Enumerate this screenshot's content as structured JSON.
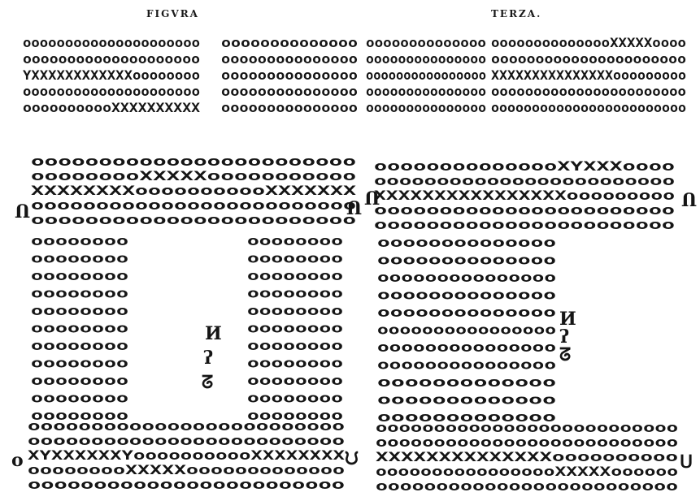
{
  "captions": {
    "left": "FIGVRA",
    "right": "TERZA."
  },
  "top_blocks": [
    {
      "id": "top-a",
      "rows": [
        "ooooooooooooooooooooo",
        "oooooooooooooooooooo",
        "YXXXXXXXXXXXXoooooooo",
        "ooooooooooooooooooooo",
        "ooooooooooXXXXXXXXXX"
      ]
    },
    {
      "id": "top-b",
      "rows": [
        "oooooooooooooo",
        "ooooooooooooooo",
        "ooooooooooooooo",
        "ooooooooooooooo",
        "ooooooooooooooo"
      ]
    },
    {
      "id": "top-c",
      "rows": [
        "oooooooooooooo",
        "ooooooooooooooo",
        "oooooooooooooooo",
        "ooooooooooooooo",
        "ooooooooooooooo"
      ]
    },
    {
      "id": "top-d",
      "rows": [
        "ooooooooooooooXXXXXoooo",
        "oooooooooooooooooooooo",
        "XXXXXXXXXXXXXXXooooooooo",
        "ooooooooooooooooooooooo",
        "oooooooooooooooooooooooo"
      ]
    }
  ],
  "left_figure": {
    "top_rows": [
      "oooooooooooooooooooooooo",
      "ooooooooXXXXXooooooooooo",
      "XXXXXXXXooooooooooXXXXXXX",
      "ooooooooooooooooooooooooo",
      "oooooooooooooooooooooooo"
    ],
    "left_col_rows": [
      "oooooooo",
      "oooooooo",
      "oooooooo",
      "oooooooo",
      "oooooooo",
      "oooooooo",
      "oooooooo",
      "oooooooo",
      "oooooooo",
      "oooooooo",
      "oooooooo"
    ],
    "right_col_rows": [
      "oooooooo",
      "oooooooo",
      "oooooooo",
      "oooooooo",
      "oooooooo",
      "oooooooo",
      "oooooooo",
      "oooooooo",
      "oooooooo",
      "oooooooo",
      "oooooooo"
    ],
    "bottom_rows": [
      "ooooooooooooooooooooooooo",
      "ooooooooooooooooooooooooo",
      "XYXXXXXXYooooooooooXXXXXXXX",
      "ooooooooXXXXXooooooooooooo",
      "oooooooooooooooooooooooo"
    ],
    "center_marks": [
      "И",
      "ʔ",
      "ᘔ"
    ],
    "side_marks": {
      "top_left": "Ո",
      "top_right": "Ո",
      "bottom_left": "ο",
      "bottom_right": "ᙀ"
    }
  },
  "right_figure": {
    "top_rows": [
      "ooooooooooooooXYXXXoooo",
      "oooooooooooooooooooooooo",
      "XXXXXXXXXXXXXXXXooooooooo",
      "ooooooooooooooooooooooo",
      "ooooooooooooooooooooooo"
    ],
    "left_rows": [
      "oooooooooooooo",
      "oooooooooooooo",
      "ooooooooooooooo",
      "oooooooooooooo",
      "oooooooooooooo",
      "oooooooooooooooo",
      "ooooooooooooooo",
      "ooooooooooooooo",
      "ooooooooooooo",
      "ooooooooooooo",
      "ooooooooooooo"
    ],
    "bottom_rows": [
      "oooooooooooooooooooooooooo",
      "oooooooooooooooooooooooooo",
      "XXXXXXXXXXXXXXoooooooooo",
      "ooooooooooooooooXXXXXoooooo",
      "ooooooooooooooooooooooooo"
    ],
    "side_marks": {
      "top_left": "Ո",
      "top_right": "Ո",
      "mid": [
        "И",
        "ʔ",
        "ᘔ"
      ],
      "bottom_right": "ᑌ"
    }
  }
}
